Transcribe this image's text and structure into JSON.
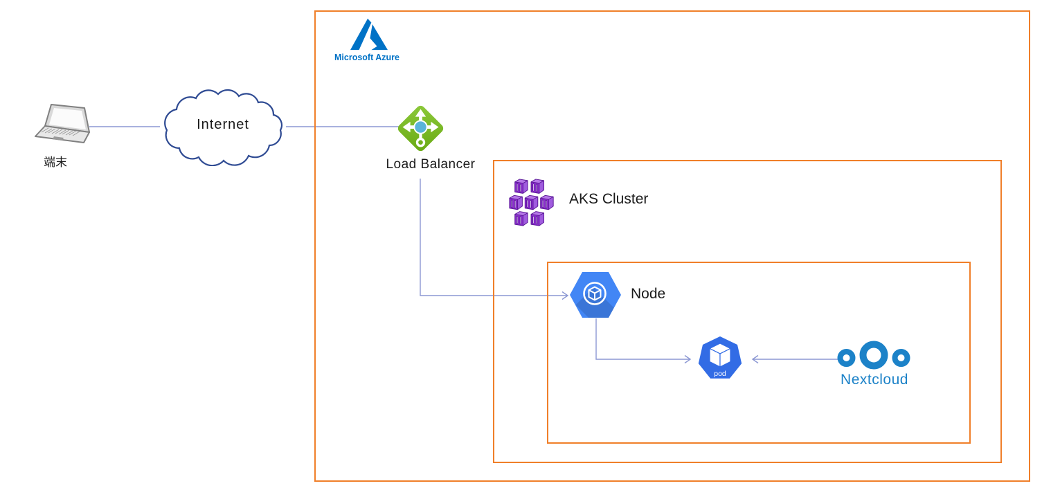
{
  "diagram": {
    "client": {
      "label": "端末"
    },
    "internet": {
      "label": "Internet"
    },
    "azure": {
      "brand": "Microsoft Azure"
    },
    "load_balancer": {
      "label": "Load Balancer"
    },
    "aks": {
      "label": "AKS Cluster"
    },
    "node": {
      "label": "Node"
    },
    "pod": {
      "label": "pod"
    },
    "nextcloud": {
      "brand": "Nextcloud"
    }
  },
  "colors": {
    "box-orange": "#F07F29",
    "connector-blue": "#8B97D3",
    "cloud-outline": "#2F4B93",
    "azure-blue": "#0072C6",
    "lb-green": "#7CBE1F",
    "lb-green-light": "#8CC93B",
    "lb-green-dark": "#69A913",
    "lb-center-blue": "#59B4D9",
    "aks-purple": "#8C2ECF",
    "aks-purple-light": "#B678E8",
    "aks-purple-side": "#A05CDE",
    "aks-purple-dark": "#5A1896",
    "node-blue": "#4286F5",
    "pod-blue": "#326CE5",
    "nextcloud-blue": "#1C82C8",
    "laptop-grey": "#E8E8E8",
    "laptop-dark": "#808080",
    "text-black": "#1A1A1A"
  }
}
